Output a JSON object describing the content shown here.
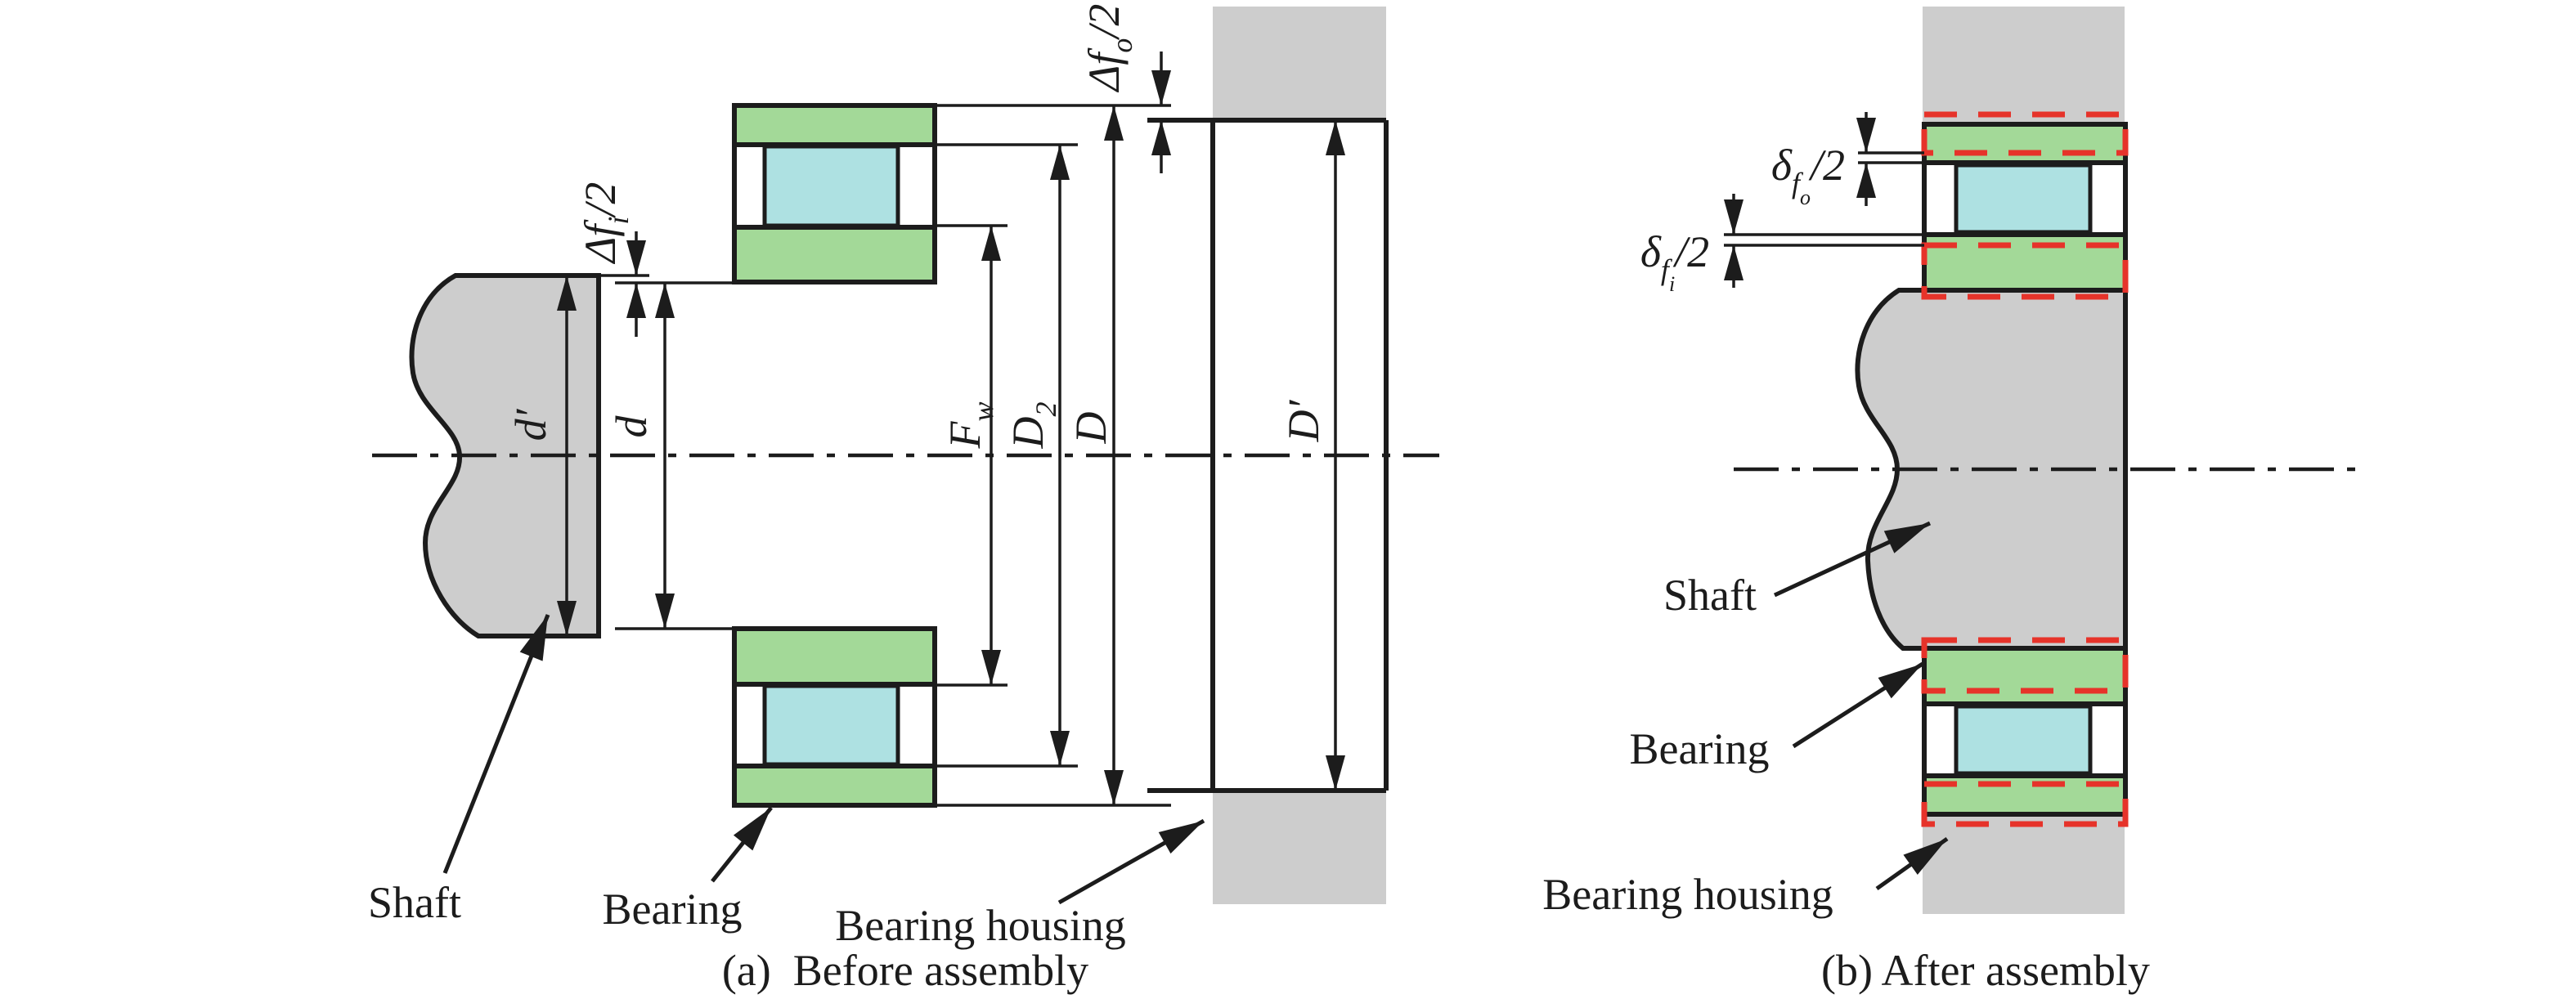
{
  "figure": {
    "colors": {
      "ring_green": "#a3d998",
      "roller_cyan": "#aee1e2",
      "metal_gray": "#cdcdcd",
      "dash_red": "#e6332a",
      "line_ink": "#1c1c1c"
    },
    "before": {
      "caption": "(a)  Before assembly",
      "labels": {
        "shaft": "Shaft",
        "bearing": "Bearing",
        "housing": "Bearing housing"
      },
      "dims": {
        "delta_fi_half": {
          "segs": [
            [
              "Δf",
              0
            ],
            [
              "i",
              1
            ],
            [
              "/2",
              0
            ]
          ]
        },
        "delta_fo_half": {
          "segs": [
            [
              "Δf",
              0
            ],
            [
              "o",
              1
            ],
            [
              "/2",
              0
            ]
          ]
        },
        "shaft_dia_free": {
          "segs": [
            [
              "d′",
              0
            ]
          ]
        },
        "bore_dia": {
          "segs": [
            [
              "d",
              0
            ]
          ]
        },
        "roller_pitch_dia": {
          "segs": [
            [
              "F",
              0
            ],
            [
              "w",
              1
            ]
          ]
        },
        "outer_raceway_dia": {
          "segs": [
            [
              "D",
              0
            ],
            [
              "2",
              1
            ]
          ]
        },
        "outer_dia": {
          "segs": [
            [
              "D",
              0
            ]
          ]
        },
        "housing_bore_dia": {
          "segs": [
            [
              "D′",
              0
            ]
          ]
        }
      }
    },
    "after": {
      "caption": "(b) After assembly",
      "labels": {
        "shaft": "Shaft",
        "bearing": "Bearing",
        "housing": "Bearing housing"
      },
      "dims": {
        "delta_fo_half": {
          "segs": [
            [
              "δ",
              0
            ],
            [
              "f",
              1
            ],
            [
              "o",
              2
            ],
            [
              "/2",
              0
            ]
          ]
        },
        "delta_fi_half": {
          "segs": [
            [
              "δ",
              0
            ],
            [
              "f",
              1
            ],
            [
              "i",
              2
            ],
            [
              "/2",
              0
            ]
          ]
        }
      }
    }
  }
}
